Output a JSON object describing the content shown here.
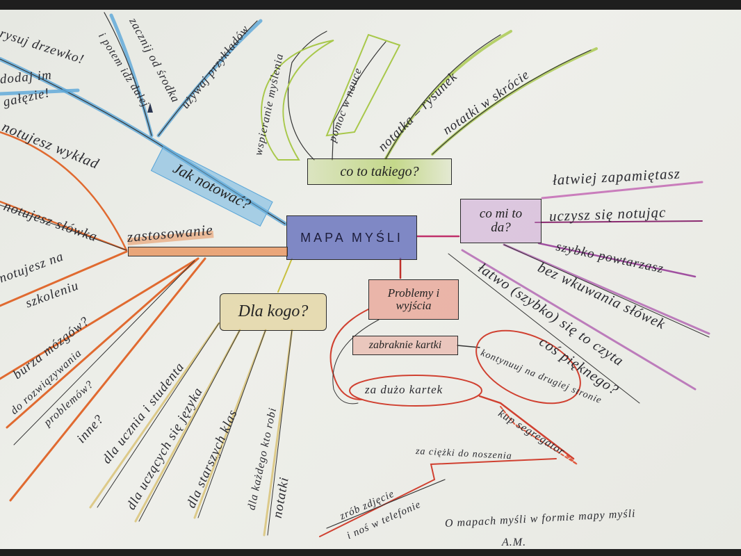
{
  "center": {
    "label": "MAPA MYŚLI",
    "color": "#5a66b8"
  },
  "branches": {
    "how": {
      "label": "Jak notować?",
      "color": "#5aa6d8",
      "items": [
        "rysuj drzewko!",
        "dodaj im",
        "gałęzie!",
        "zacznij od środka",
        "i potem idź dalej",
        "używaj przykładów"
      ]
    },
    "what": {
      "label": "co to takiego?",
      "color": "#a8c84a",
      "items": [
        "wspieranie myślenia",
        "pomoc w nauce",
        "notatka – rysunek",
        "notatki w skrócie"
      ]
    },
    "benefits": {
      "label": "co mi to da?",
      "color": "#b060b0",
      "items": [
        "łatwiej zapamiętasz",
        "uczysz się notując",
        "szybko powtarzasz",
        "bez wkuwania słówek",
        "łatwo (szybko) się to czyta",
        "coś pięknego?"
      ]
    },
    "problems": {
      "label": "Problemy i wyjścia",
      "color": "#e05a40",
      "items": [
        "zabraknie kartki",
        "kontynuuj na drugiej stronie",
        "za dużo kartek",
        "kup segregator",
        "za ciężki do noszenia",
        "zrób zdjęcie",
        "i noś w telefonie"
      ]
    },
    "audience": {
      "label": "Dla kogo?",
      "color": "#d8c070",
      "items": [
        "dla ucznia i studenta",
        "dla uczących się języka",
        "dla starszych klas",
        "dla każdego kto robi",
        "notatki"
      ]
    },
    "usage": {
      "label": "zastosowanie",
      "color": "#e8884a",
      "items": [
        "notujesz wykład",
        "notujesz słówka",
        "notujesz na",
        "szkoleniu",
        "burza mózgów?",
        "do rozwiązywania",
        "problemów?",
        "inne?"
      ]
    }
  },
  "footer": {
    "caption": "O mapach myśli w formie mapy myśli",
    "signature": "A.M."
  }
}
